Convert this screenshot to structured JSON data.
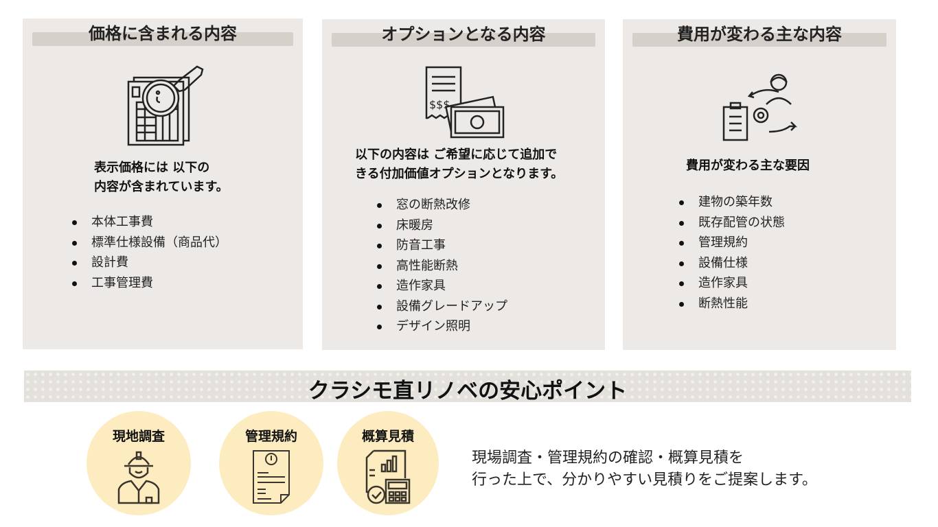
{
  "cards": [
    {
      "title": "価格に含まれる内容",
      "lead_lines": [
        "表示価格には 以下の",
        "内容が含まれています。"
      ],
      "items": [
        "本体工事費",
        "標準仕様設備（商品代）",
        "設計費",
        "工事管理費"
      ]
    },
    {
      "title": "オプションとなる内容",
      "lead_lines": [
        "以下の内容は ご希望に応じて追加で",
        "きる付加価値オプションとなります。"
      ],
      "items": [
        "窓の断熱改修",
        "床暖房",
        "防音工事",
        "高性能断熱",
        "造作家具",
        "設備グレードアップ",
        "デザイン照明"
      ]
    },
    {
      "title": "費用が変わる主な内容",
      "lead_lines": [
        "費用が変わる主な要因"
      ],
      "items": [
        "建物の築年数",
        "既存配管の状態",
        "管理規約",
        "設備仕様",
        "造作家具",
        "断熱性能"
      ]
    }
  ],
  "section": {
    "title": "クラシモ直リノベの安心ポイント",
    "points": [
      {
        "label": "現地調査",
        "icon": "worker-icon"
      },
      {
        "label": "管理規約",
        "icon": "document-alert-icon"
      },
      {
        "label": "概算見積",
        "icon": "calculator-chart-icon"
      }
    ],
    "description_lines": [
      "現場調査・管理規約の確認・概算見積を",
      "行った上で、分かりやすい見積りをご提案します。"
    ]
  },
  "colors": {
    "card_bg": "#ece9e6",
    "band": "#d6d0cb",
    "circle": "#fdecc0"
  }
}
